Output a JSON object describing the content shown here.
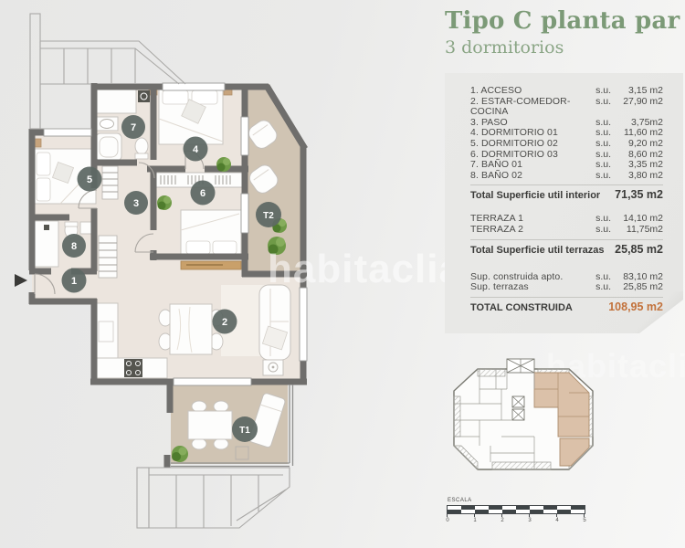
{
  "header": {
    "title": "Tipo C planta par",
    "subtitle": "3 dormitorios"
  },
  "panel": {
    "rooms": [
      {
        "label": "1. ACCESO",
        "unit": "s.u.",
        "value": "3,15 m2"
      },
      {
        "label": "2. ESTAR-COMEDOR-COCINA",
        "unit": "s.u.",
        "value": "27,90 m2"
      },
      {
        "label": "3. PASO",
        "unit": "s.u.",
        "value": "3,75m2"
      },
      {
        "label": "4. DORMITORIO 01",
        "unit": "s.u.",
        "value": "11,60 m2"
      },
      {
        "label": "5. DORMITORIO 02",
        "unit": "s.u.",
        "value": "9,20 m2"
      },
      {
        "label": "6. DORMITORIO 03",
        "unit": "s.u.",
        "value": "8,60 m2"
      },
      {
        "label": "7. BAÑO 01",
        "unit": "s.u.",
        "value": "3,35 m2"
      },
      {
        "label": "8. BAÑO 02",
        "unit": "s.u.",
        "value": "3,80 m2"
      }
    ],
    "total_interior": {
      "label": "Total Superficie util interior",
      "value": "71,35 m2"
    },
    "terraces": [
      {
        "label": "TERRAZA 1",
        "unit": "s.u.",
        "value": "14,10 m2"
      },
      {
        "label": "TERRAZA 2",
        "unit": "s.u.",
        "value": "11,75m2"
      }
    ],
    "total_terraces": {
      "label": "Total Superficie util terrazas",
      "value": "25,85 m2"
    },
    "built": [
      {
        "label": "Sup. construida apto.",
        "unit": "s.u.",
        "value": "83,10 m2"
      },
      {
        "label": "Sup. terrazas",
        "unit": "s.u.",
        "value": "25,85 m2"
      }
    ],
    "total_built": {
      "label": "TOTAL CONSTRUIDA",
      "value": "108,95 m2"
    }
  },
  "floorplan": {
    "markers": [
      {
        "label": "1"
      },
      {
        "label": "2"
      },
      {
        "label": "3"
      },
      {
        "label": "4"
      },
      {
        "label": "5"
      },
      {
        "label": "6"
      },
      {
        "label": "7"
      },
      {
        "label": "8"
      },
      {
        "label": "T1"
      },
      {
        "label": "T2"
      }
    ]
  },
  "scalebar": {
    "label": "ESCALA",
    "ticks": [
      "0",
      "1",
      "2",
      "3",
      "4",
      "5"
    ]
  },
  "watermark": {
    "text": "habitaclia"
  },
  "colors": {
    "accent_green": "#7c9a77",
    "accent_orange": "#c2713a",
    "wall": "#6f6e6c",
    "floor_interior": "#ece5de",
    "floor_terrace": "#d0c4b3",
    "highlight_unit": "#dbc1a9",
    "marker": "#5c6763"
  }
}
